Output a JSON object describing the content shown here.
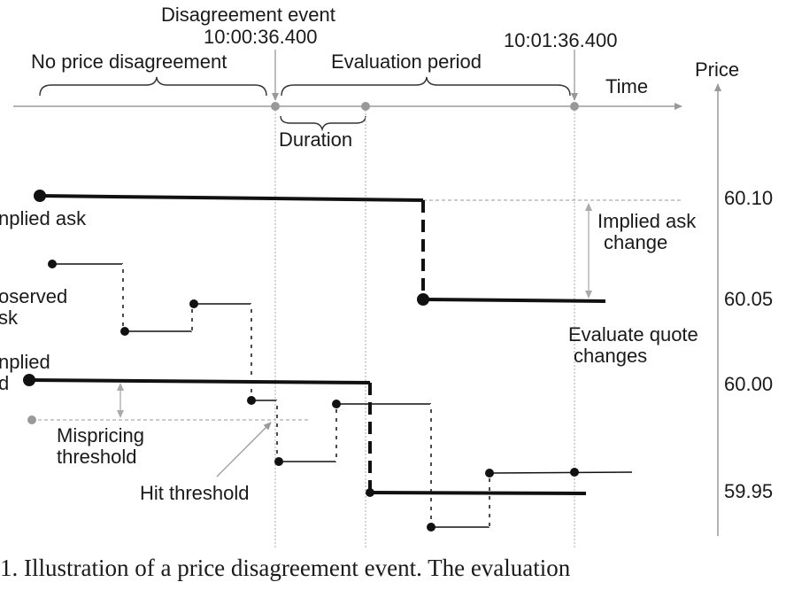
{
  "timeline": {
    "event_title": "Disagreement event",
    "event_time": "10:00:36.400",
    "end_time": "10:01:36.400",
    "no_disagreement": "No price disagreement",
    "evaluation_period": "Evaluation period",
    "time_axis": "Time",
    "duration": "Duration"
  },
  "price_axis": {
    "label": "Price",
    "ticks": [
      "60.10",
      "60.05",
      "60.00",
      "59.95"
    ]
  },
  "series_labels": {
    "implied_ask": "nplied ask",
    "observed_ask_1": "oserved",
    "observed_ask_2": "sk",
    "implied_bid_1": "nplied",
    "implied_bid_2": "d"
  },
  "annotations": {
    "implied_ask_change_1": "Implied ask",
    "implied_ask_change_2": "change",
    "evaluate_1": "Evaluate quote",
    "evaluate_2": "changes",
    "mispricing_1": "Mispricing",
    "mispricing_2": "threshold",
    "hit_threshold": "Hit threshold"
  },
  "caption": "1. Illustration of a price disagreement event. The evaluation"
}
